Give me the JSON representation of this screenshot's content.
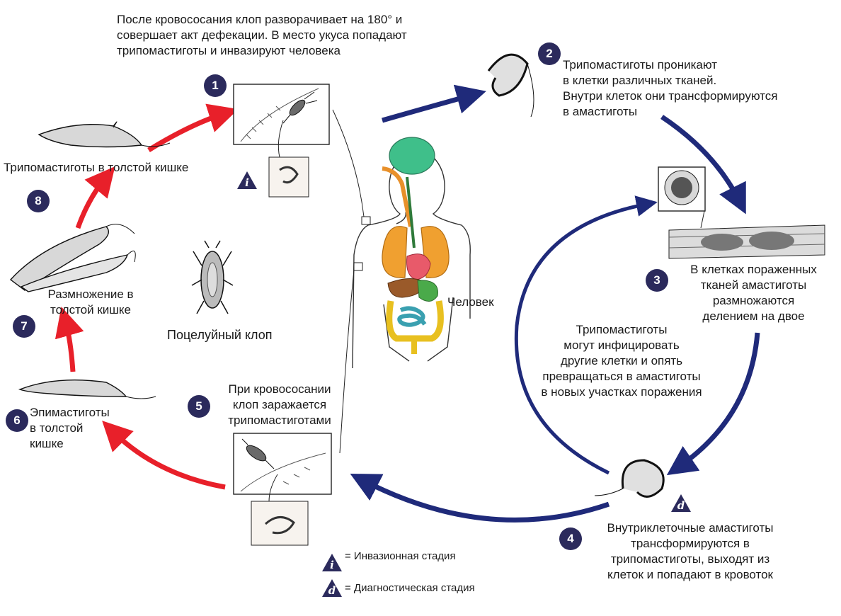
{
  "steps": [
    {
      "num": "1",
      "text": [
        "После кровососания клоп разворачивает на 180° и",
        "совершает акт дефекации. В место укуса попадают",
        "трипомастиготы и инвазируют человека"
      ]
    },
    {
      "num": "2",
      "text": [
        "Трипомастиготы проникают",
        "в клетки различных тканей.",
        "Внутри клеток они трансформируются",
        "в амастиготы"
      ]
    },
    {
      "num": "3",
      "text": [
        "В клетках пораженных",
        "тканей амастиготы",
        "размножаются",
        "делением на двое"
      ]
    },
    {
      "num": "4",
      "text": [
        "Внутриклеточные амастиготы",
        "трансформируются в",
        "трипомастиготы, выходят из",
        "клеток и попадают в кровоток"
      ]
    },
    {
      "num": "5",
      "text": [
        "При кровососании",
        "клоп заражается",
        "трипомастиготами"
      ]
    },
    {
      "num": "6",
      "text": [
        "Эпимастиготы",
        "в толстой",
        "кишке"
      ]
    },
    {
      "num": "7",
      "text": [
        "Размножение в",
        "толстой кишке"
      ]
    },
    {
      "num": "8",
      "text": [
        "Трипомастиготы в толстой кишке"
      ]
    }
  ],
  "center_note": [
    "Трипомастиготы",
    "могут инфицировать",
    "другие клетки и опять",
    "превращаться в амастиготы",
    "в новых участках поражения"
  ],
  "labels": {
    "human": "Человек",
    "bug": "Поцелуйный клоп"
  },
  "legend": {
    "infective_symbol": "i",
    "infective_text": "= Инвазионная стадия",
    "diagnostic_symbol": "d",
    "diagnostic_text": "= Диагностическая стадия"
  },
  "colors": {
    "blue_arrow": "#1f2a7a",
    "red_arrow": "#e8202a",
    "badge": "#2b2a5c"
  }
}
